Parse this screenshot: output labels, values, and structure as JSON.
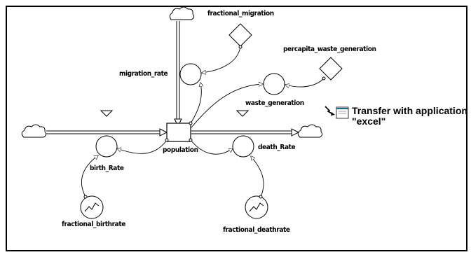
{
  "diagram": {
    "stock": {
      "name": "population"
    },
    "flows": {
      "migration": "migration_rate",
      "birth": "birth_Rate",
      "death": "death_Rate"
    },
    "auxiliaries": {
      "fractional_migration": "fractional_migration",
      "percapita_waste_generation": "percapita_waste_generation",
      "waste_generation": "waste_generation",
      "fractional_birthrate": "fractional_birthrate",
      "fractional_deathrate": "fractional_deathrate"
    },
    "note": {
      "line1": "Transfer with application",
      "line2": "\"excel\""
    }
  }
}
